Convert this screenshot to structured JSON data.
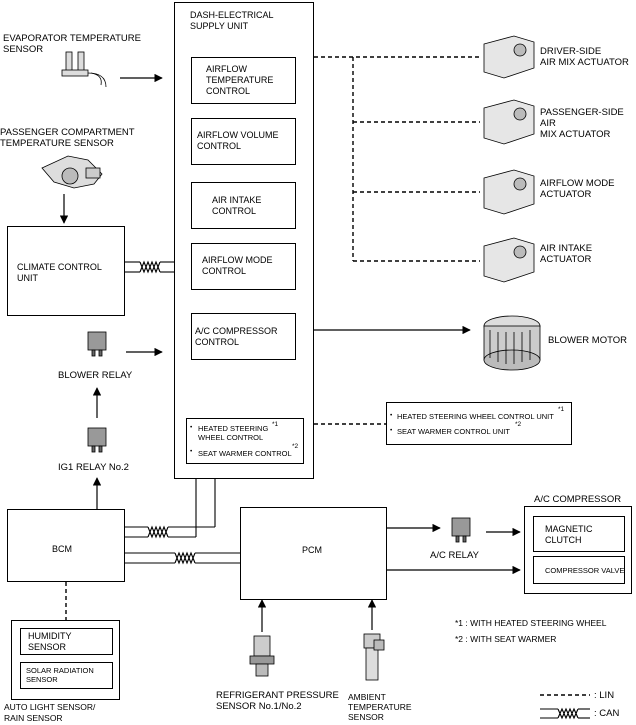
{
  "dash_unit": {
    "title": "DASH-ELECTRICAL\nSUPPLY UNIT",
    "controls": [
      "AIRFLOW\nTEMPERATURE\nCONTROL",
      "AIRFLOW VOLUME\nCONTROL",
      "AIR INTAKE\nCONTROL",
      "AIRFLOW MODE\nCONTROL",
      "A/C COMPRESSOR\nCONTROL"
    ],
    "optional": {
      "item1": "HEATED STEERING\nWHEEL CONTROL",
      "item1_mark": "*1",
      "item2": "SEAT WARMER CONTROL",
      "item2_mark": "*2"
    }
  },
  "sensors": {
    "evaporator": "EVAPORATOR TEMPERATURE\nSENSOR",
    "passenger_compartment": "PASSENGER COMPARTMENT\nTEMPERATURE SENSOR",
    "refrigerant": "REFRIGERANT PRESSURE\nSENSOR No.1/No.2",
    "ambient": "AMBIENT\nTEMPERATURE\nSENSOR",
    "auto_light": "AUTO LIGHT SENSOR/\nRAIN SENSOR",
    "humidity": "HUMIDITY\nSENSOR",
    "solar": "SOLAR RADIATION\nSENSOR"
  },
  "units": {
    "climate": "CLIMATE CONTROL\nUNIT",
    "bcm": "BCM",
    "pcm": "PCM"
  },
  "relays": {
    "blower": "BLOWER RELAY",
    "ig1": "IG1 RELAY No.2",
    "ac": "A/C RELAY"
  },
  "actuators": [
    "DRIVER-SIDE\nAIR MIX ACTUATOR",
    "PASSENGER-SIDE AIR\nMIX ACTUATOR",
    "AIRFLOW MODE\nACTUATOR",
    "AIR INTAKE\nACTUATOR"
  ],
  "blower_motor": "BLOWER MOTOR",
  "heated_units": {
    "item1": "HEATED STEERING WHEEL CONTROL UNIT",
    "item1_mark": "*1",
    "item2": "SEAT WARMER CONTROL UNIT",
    "item2_mark": "*2"
  },
  "compressor": {
    "title": "A/C COMPRESSOR",
    "clutch": "MAGNETIC\nCLUTCH",
    "valve": "COMPRESSOR VALVE"
  },
  "notes": [
    "*1 : WITH HEATED STEERING WHEEL",
    "*2 : WITH SEAT WARMER"
  ],
  "legend": {
    "lin": ": LIN",
    "can": ": CAN"
  }
}
